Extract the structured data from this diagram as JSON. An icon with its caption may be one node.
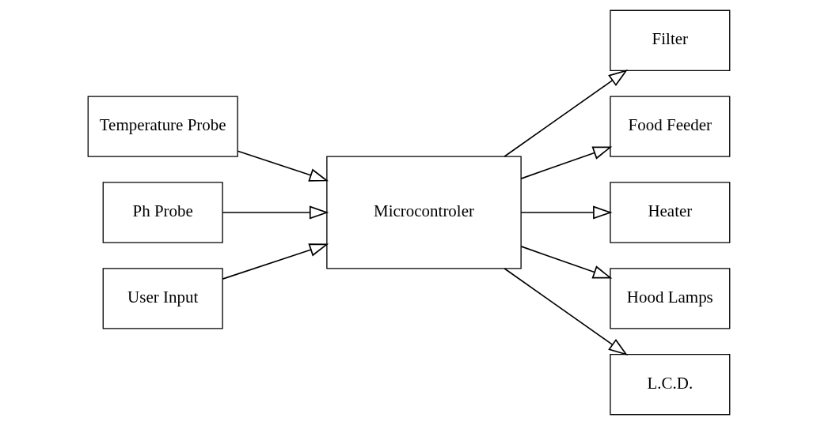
{
  "diagram": {
    "nodes": [
      {
        "text": [
          "Filter"
        ]
      },
      {
        "text": [
          "Temperature Probe"
        ]
      },
      {
        "text": [
          "Ph Probe"
        ]
      },
      {
        "text": [
          "Microcontroler"
        ]
      },
      {
        "text": [
          "Food Feeder"
        ]
      },
      {
        "text": [
          "Heater"
        ]
      },
      {
        "text": [
          "Hood Lamps"
        ]
      },
      {
        "text": [
          "User Input"
        ]
      },
      {
        "text": [
          "L.C.D."
        ]
      }
    ],
    "edges": [
      {
        "from": 1,
        "to": 3,
        "arrow": "to"
      },
      {
        "from": 2,
        "to": 3,
        "arrow": "to"
      },
      {
        "from": 3,
        "to": 0,
        "arrow": "to"
      },
      {
        "from": 3,
        "to": 4,
        "arrow": "to"
      },
      {
        "from": 3,
        "to": 5,
        "arrow": "to"
      },
      {
        "from": 3,
        "to": 6,
        "arrow": "to"
      },
      {
        "from": 7,
        "to": 3,
        "arrow": "to"
      },
      {
        "from": 3,
        "to": 8,
        "arrow": "to"
      }
    ]
  }
}
